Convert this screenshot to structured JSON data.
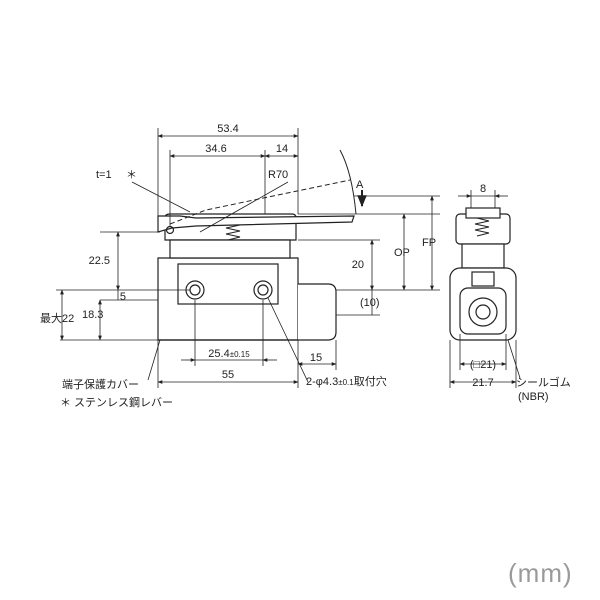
{
  "dims": {
    "overall_top": "53.4",
    "lever_arm": "34.6",
    "lever_offset": "14",
    "radius": "R70",
    "thickness": "t=1",
    "star": "＊",
    "actuator_point": "A",
    "height_22_5": "22.5",
    "five": "5",
    "height_18_3": "18.3",
    "max22": "最大22",
    "op_20": "20",
    "op": "OP",
    "fp": "FP",
    "ten": "(10)",
    "hole_pitch_base": "25.4",
    "hole_pitch_tol": "±0.15",
    "fifteen": "15",
    "base_55": "55",
    "hole_spec_pre": "2-φ4.3",
    "hole_spec_tol": "±0.1",
    "hole_spec_post": "取付穴",
    "width_8": "8",
    "square_21": "(□21)",
    "width_21_7": "21.7"
  },
  "labels": {
    "terminal_cover": "端子保護カバー",
    "stainless_lever": "＊ ステンレス鋼レバー",
    "seal_rubber": "シールゴム",
    "nbr": "(NBR)"
  },
  "unit": "(mm)"
}
